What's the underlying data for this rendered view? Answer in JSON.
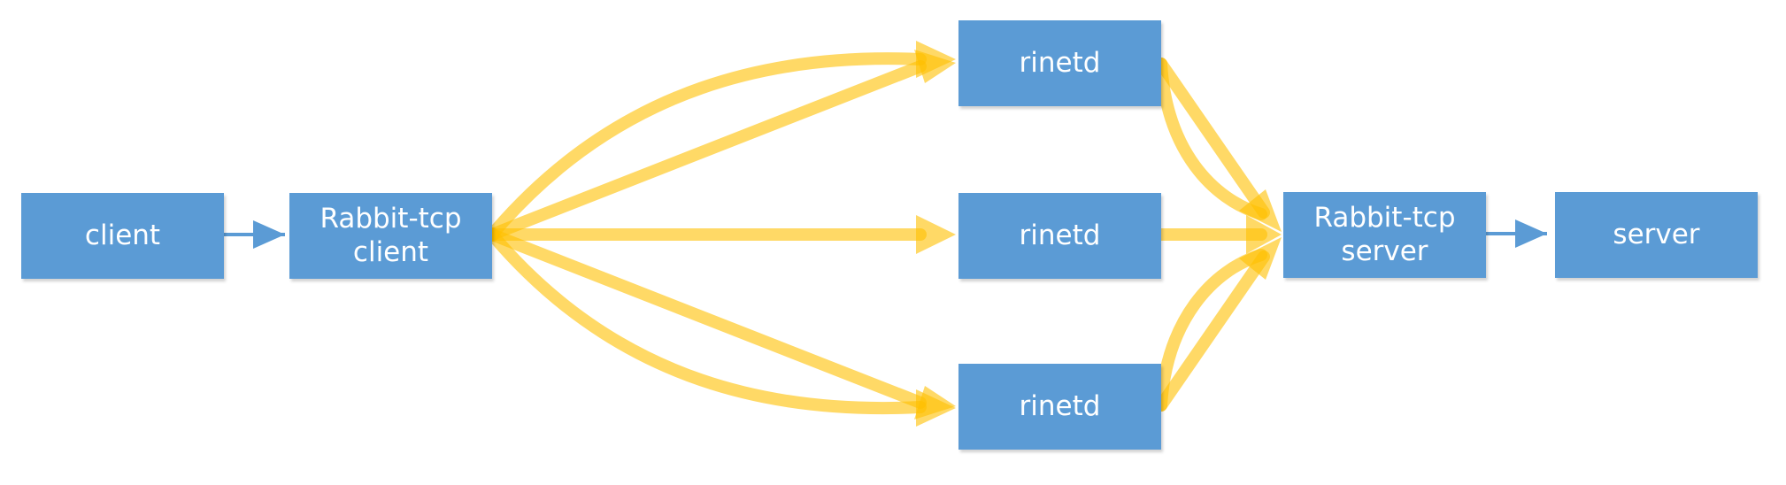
{
  "diagram": {
    "nodes": {
      "client": "client",
      "rabbit_client": "Rabbit-tcp\nclient",
      "rinetd_top": "rinetd",
      "rinetd_middle": "rinetd",
      "rinetd_bottom": "rinetd",
      "rabbit_server": "Rabbit-tcp\nserver",
      "server": "server"
    },
    "colors": {
      "box_fill": "#5b9bd5",
      "box_text": "#ffffff",
      "connector": "#5b9bd5",
      "tunnel": "#ffc000"
    }
  }
}
